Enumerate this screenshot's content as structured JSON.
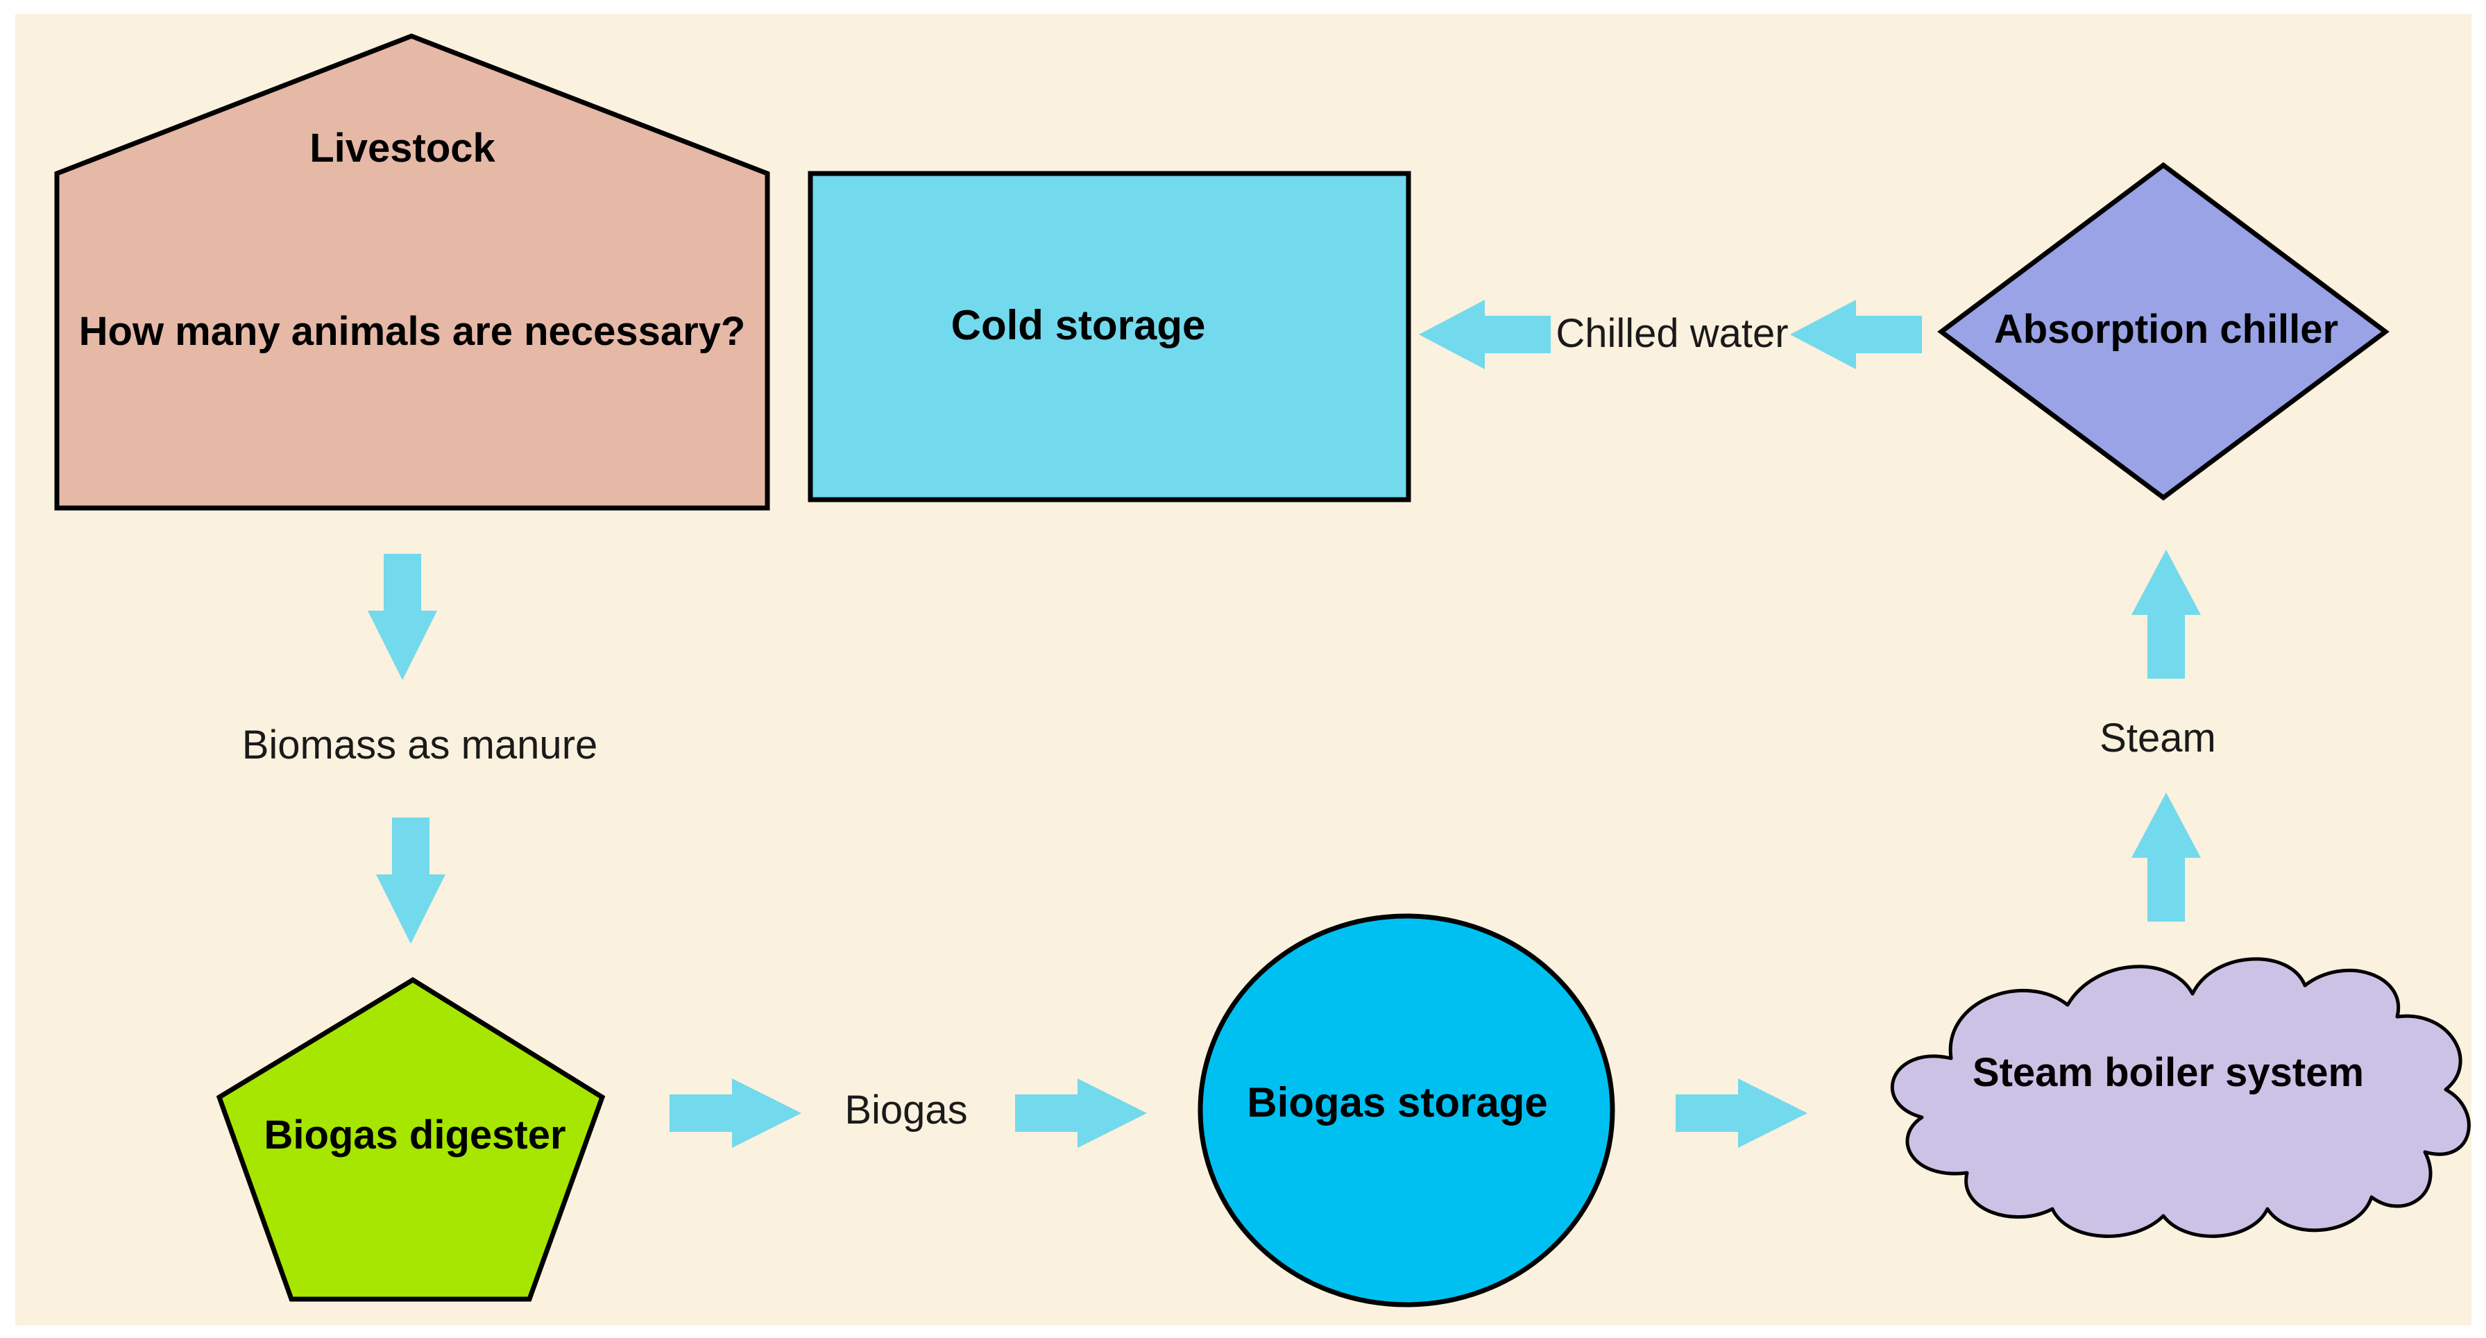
{
  "colors": {
    "background": "#FAF1DE",
    "outline": "#000000",
    "arrow": "#73D9EC",
    "livestock": "#E6B8A6",
    "cold_storage": "#73D9EC",
    "absorption_chiller": "#99A3E6",
    "biogas_digester": "#A6E600",
    "biogas_storage": "#00C0F2",
    "steam_boiler": "#CCC2E6"
  },
  "nodes": {
    "livestock": {
      "title": "Livestock",
      "subtitle": "How many animals are necessary?"
    },
    "cold_storage": {
      "label": "Cold storage"
    },
    "absorption_chiller": {
      "label": "Absorption chiller"
    },
    "biogas_digester": {
      "label": "Biogas digester"
    },
    "biogas_storage": {
      "label": "Biogas storage"
    },
    "steam_boiler": {
      "label": "Steam boiler system"
    }
  },
  "flows": {
    "manure": "Biomass as manure",
    "biogas": "Biogas",
    "steam": "Steam",
    "chilled_water": "Chilled water"
  }
}
